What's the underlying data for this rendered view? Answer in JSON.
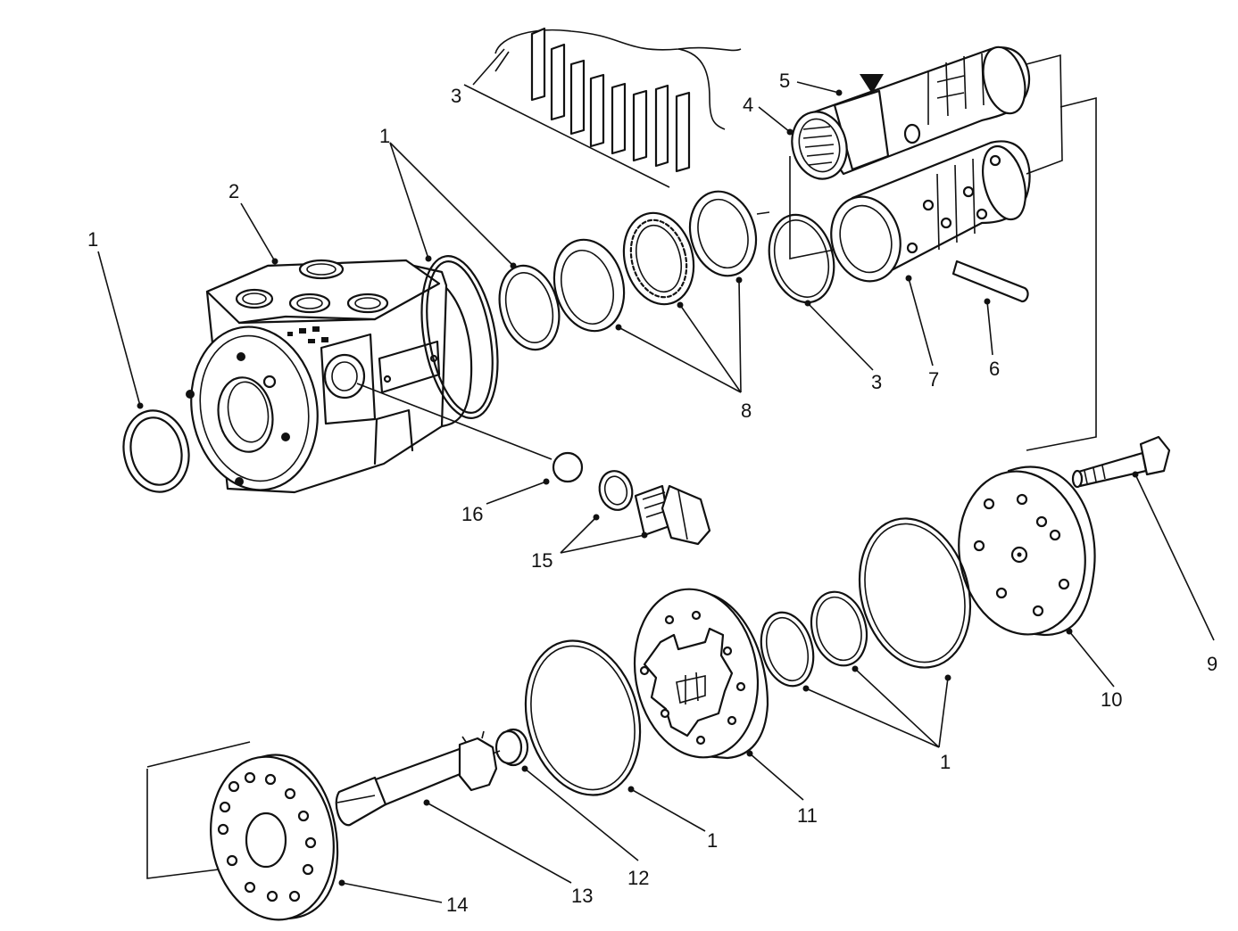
{
  "callouts": {
    "c1a": "1",
    "c1b": "1",
    "c1c": "1",
    "c1d": "1",
    "c2": "2",
    "c3a": "3",
    "c3b": "3",
    "c4": "4",
    "c5": "5",
    "c6": "6",
    "c7": "7",
    "c8": "8",
    "c9": "9",
    "c10": "10",
    "c11": "11",
    "c12": "12",
    "c13": "13",
    "c14": "14",
    "c15": "15",
    "c16": "16"
  }
}
